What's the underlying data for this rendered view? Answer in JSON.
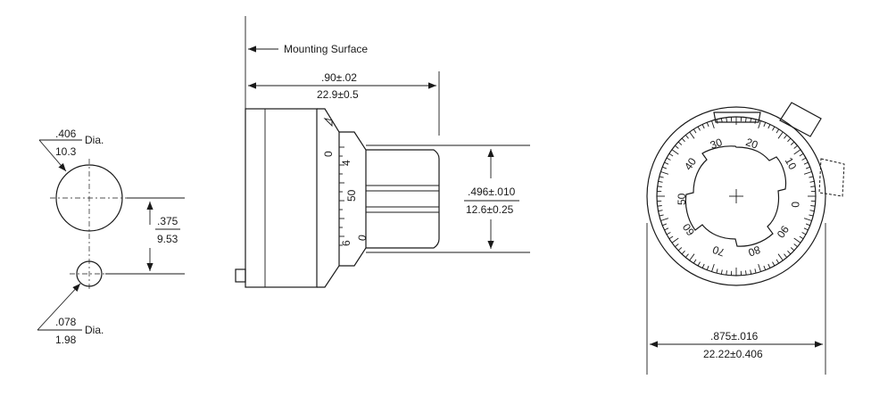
{
  "holes": {
    "large_dia_in": ".406",
    "large_dia_mm": "10.3",
    "large_dia_suffix": "Dia.",
    "spacing_in": ".375",
    "spacing_mm": "9.53",
    "small_dia_in": ".078",
    "small_dia_mm": "1.98",
    "small_dia_suffix": "Dia."
  },
  "side_view": {
    "mounting_label": "Mounting Surface",
    "depth_in": ".90±.02",
    "depth_mm": "22.9±0.5",
    "knob_dia_in": ".496±.010",
    "knob_dia_mm": "12.6±0.25",
    "scale_labels": [
      "0",
      "4",
      "50",
      "6",
      "0"
    ]
  },
  "front_view": {
    "dial_labels": [
      "0",
      "10",
      "20",
      "30",
      "40",
      "50",
      "60",
      "70",
      "80",
      "90"
    ],
    "overall_dia_in": ".875±.016",
    "overall_dia_mm": "22.22±0.406"
  }
}
